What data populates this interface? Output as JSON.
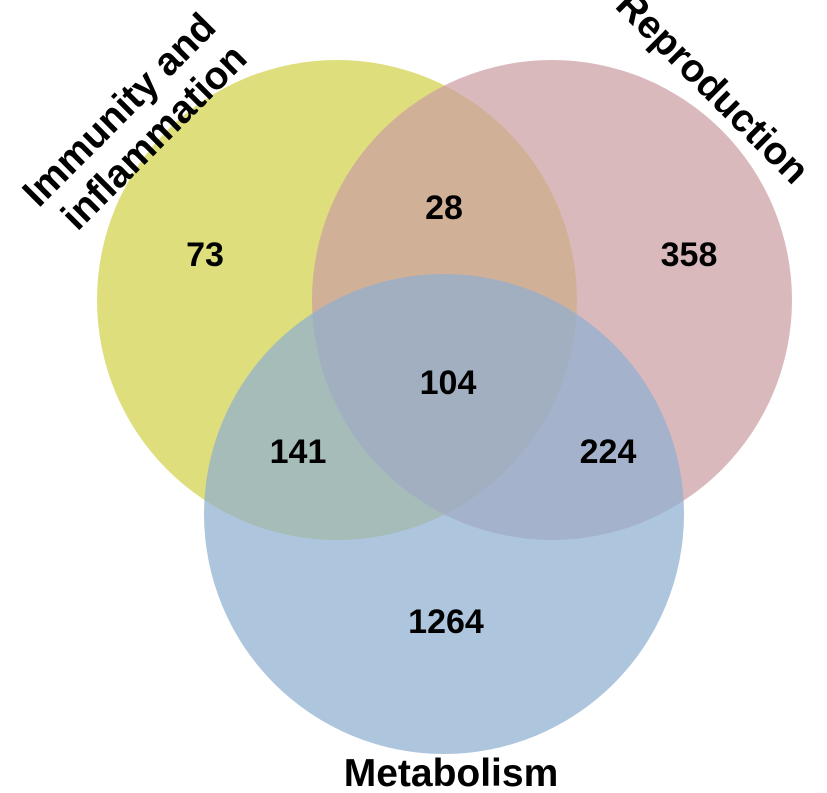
{
  "chart_data": {
    "type": "venn",
    "sets": [
      {
        "name": "Immunity and inflammation",
        "lines": [
          "Immunity and",
          "inflammation"
        ],
        "color": "#d2d14a"
      },
      {
        "name": "Reproduction",
        "lines": [
          "Reproduction"
        ],
        "color": "#cc9ea4"
      },
      {
        "name": "Metabolism",
        "lines": [
          "Metabolism"
        ],
        "color": "#8fafd1"
      }
    ],
    "regions": {
      "immunity_only": "73",
      "reproduction_only": "358",
      "metabolism_only": "1264",
      "immunity_reproduction": "28",
      "immunity_metabolism": "141",
      "reproduction_metabolism": "224",
      "all_three": "104"
    }
  }
}
